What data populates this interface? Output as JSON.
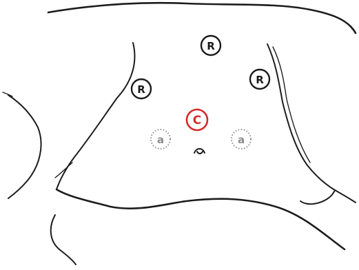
{
  "colors": {
    "outline": "#1c1c1c",
    "receptor": "#1a1a1a",
    "center": "#d42a2a",
    "accessory": "#8c8c8c",
    "background": "#ffffff"
  },
  "markers": {
    "receptor_top": {
      "label": "R"
    },
    "receptor_left": {
      "label": "R"
    },
    "receptor_right": {
      "label": "R"
    },
    "center": {
      "label": "C"
    },
    "accessory_left": {
      "label": "a"
    },
    "accessory_right": {
      "label": "a"
    }
  }
}
